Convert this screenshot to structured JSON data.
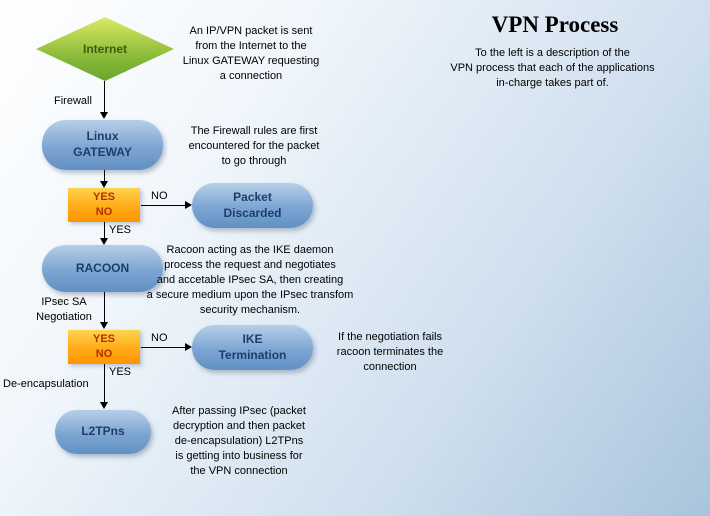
{
  "header": {
    "title": "VPN Process",
    "subtitle": "To the left is a description of the\nVPN process that each of the applications\nin-charge takes part of."
  },
  "flowchart": {
    "nodes": {
      "internet": {
        "label": "Internet"
      },
      "gateway": {
        "label": "Linux\nGATEWAY"
      },
      "packet_discarded": {
        "label": "Packet\nDiscarded"
      },
      "racoon": {
        "label": "RACOON"
      },
      "ike_termination": {
        "label": "IKE\nTermination"
      },
      "l2tpns": {
        "label": "L2TPns"
      }
    },
    "decisions": {
      "firewall_check": {
        "yes": "YES",
        "no": "NO"
      },
      "negotiation_check": {
        "yes": "YES",
        "no": "NO"
      }
    },
    "edge_labels": {
      "firewall": "Firewall",
      "no1": "NO",
      "yes1": "YES",
      "ipsec_sa": "IPsec SA\nNegotiation",
      "no2": "NO",
      "yes2": "YES",
      "de_encapsulation": "De-encapsulation"
    },
    "annotations": {
      "internet_note": "An IP/VPN packet is sent\nfrom the Internet to the\nLinux GATEWAY requesting\na connection",
      "gateway_note": "The Firewall rules are first\nencountered for the packet\nto go through",
      "racoon_note": "Racoon acting as the IKE daemon\nprocess the request and negotiates\nand accetable IPsec SA, then creating\na secure medium upon the IPsec transfom\nsecurity mechanism.",
      "ike_note": "If the negotiation fails\nracoon terminates the\nconnection",
      "l2tpns_note": "After passing IPsec (packet\ndecryption and then packet\nde-encapsulation) L2TPns\nis getting into business for\nthe VPN connection"
    },
    "colors": {
      "node_blue_top": "#b6cfe8",
      "node_blue_bottom": "#6190c4",
      "node_text": "#1c3e6e",
      "diamond_green_light": "#dcea64",
      "diamond_green_dark": "#6aa42c",
      "diamond_text": "#3c5c0e",
      "decision_orange_top": "#ffd44d",
      "decision_orange_bottom": "#ff9400",
      "decision_text": "#b23000",
      "background_blue": "#a9c4dc"
    }
  }
}
